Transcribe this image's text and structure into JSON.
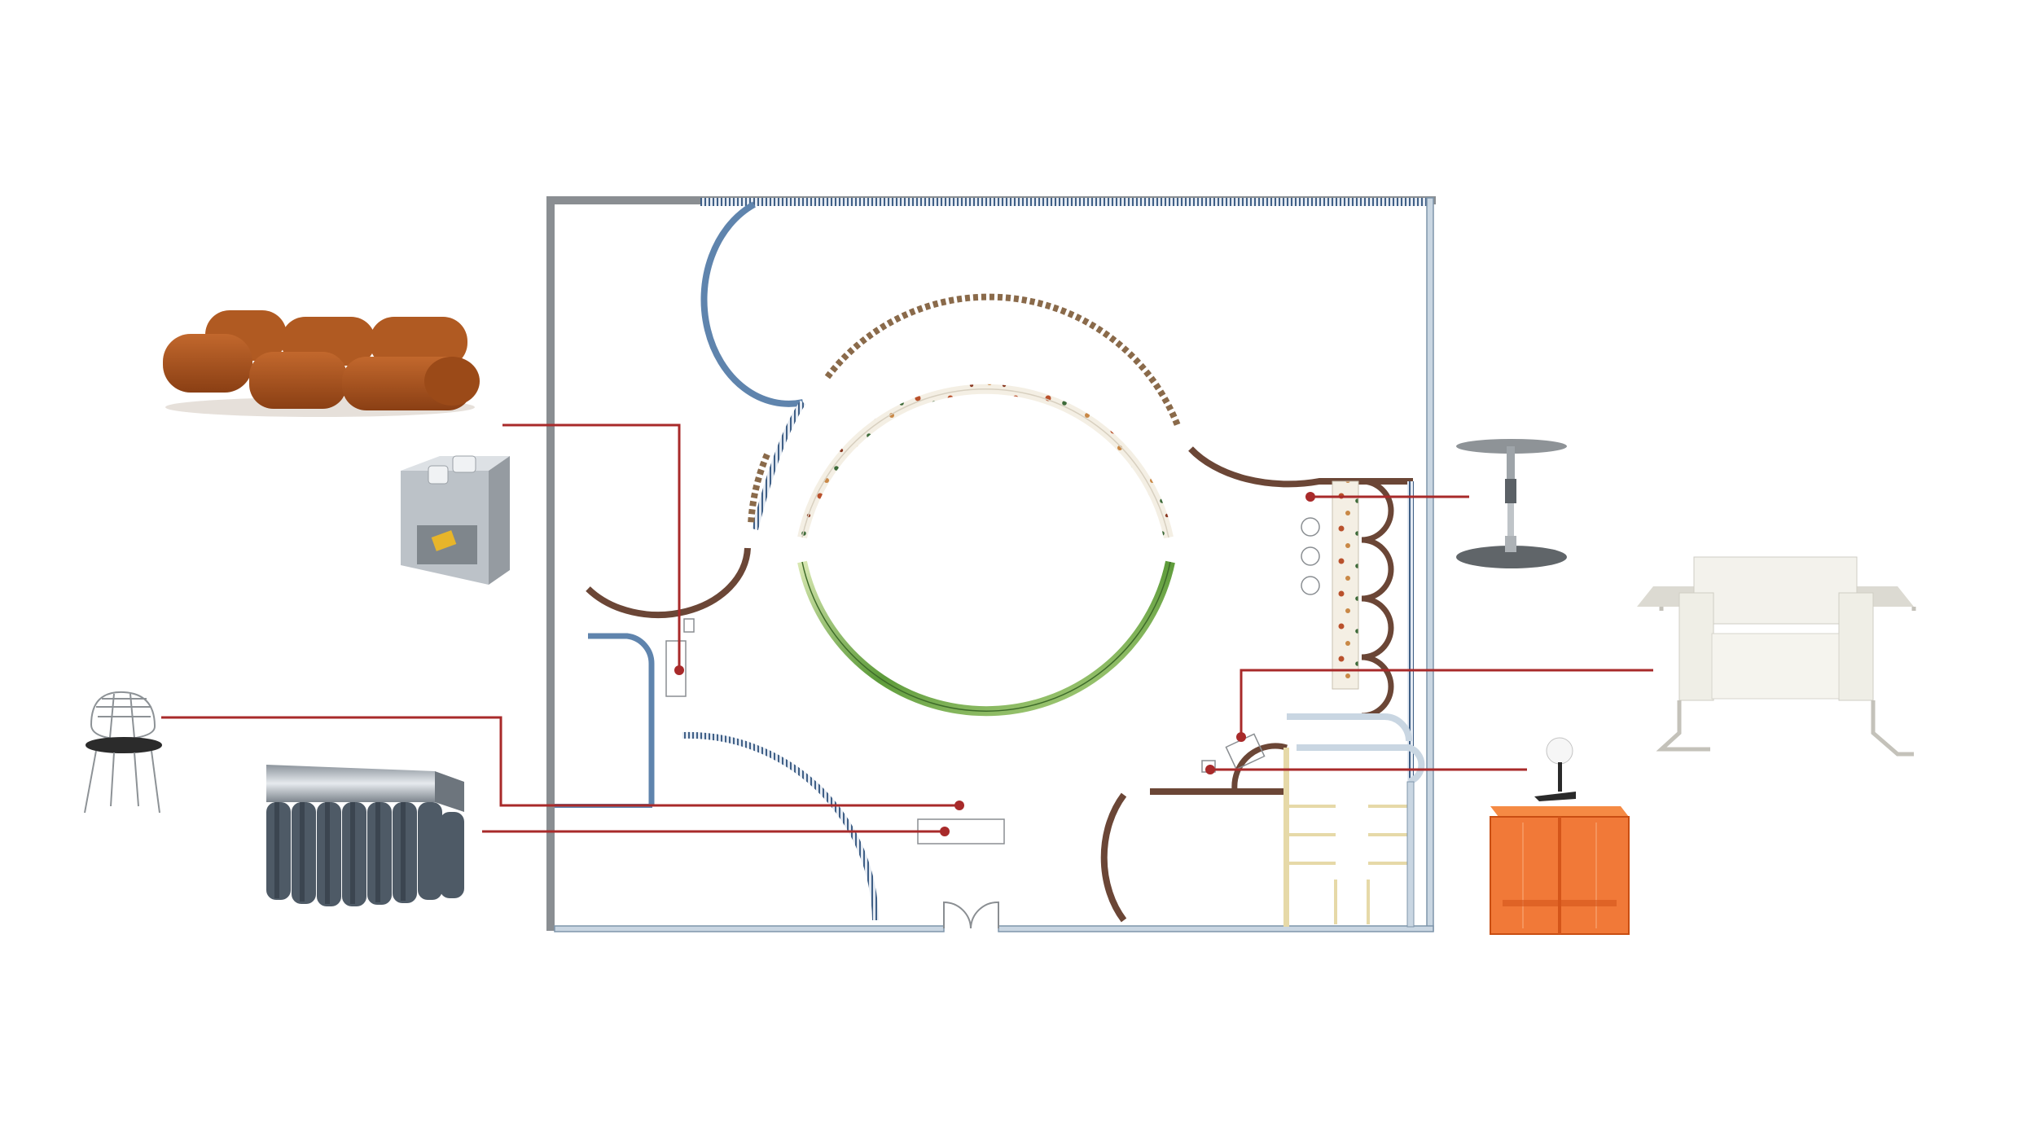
{
  "diagram": {
    "type": "annotated-floor-plan",
    "colors": {
      "callout": "#a82a2a",
      "wall_concrete": "#8a8e92",
      "wall_steel": "#c9d6e2",
      "wall_blue": "#5f84ad",
      "wood": "#6b4636",
      "ring_green": "#7fae3e",
      "terrazzo": "#f3efe6",
      "sofa": "#a8531f",
      "armchair": "#efeee6",
      "side_table_orange": "#ef6a22",
      "reception_desk": "#4e5a66",
      "pedestal_table": "#8f9599"
    },
    "furniture": [
      {
        "name": "modular-sofa-image",
        "icon": "sofa"
      },
      {
        "name": "stainless-side-table-image",
        "icon": "cube-side-table"
      },
      {
        "name": "wire-chair-image",
        "icon": "wire-chair"
      },
      {
        "name": "reception-desk-image",
        "icon": "fluted-desk"
      },
      {
        "name": "pedestal-table-image",
        "icon": "glass-pedestal-table"
      },
      {
        "name": "lounge-armchair-image",
        "icon": "armchair"
      },
      {
        "name": "orange-side-table-image",
        "icon": "acrylic-side-table-with-lamp"
      }
    ]
  }
}
